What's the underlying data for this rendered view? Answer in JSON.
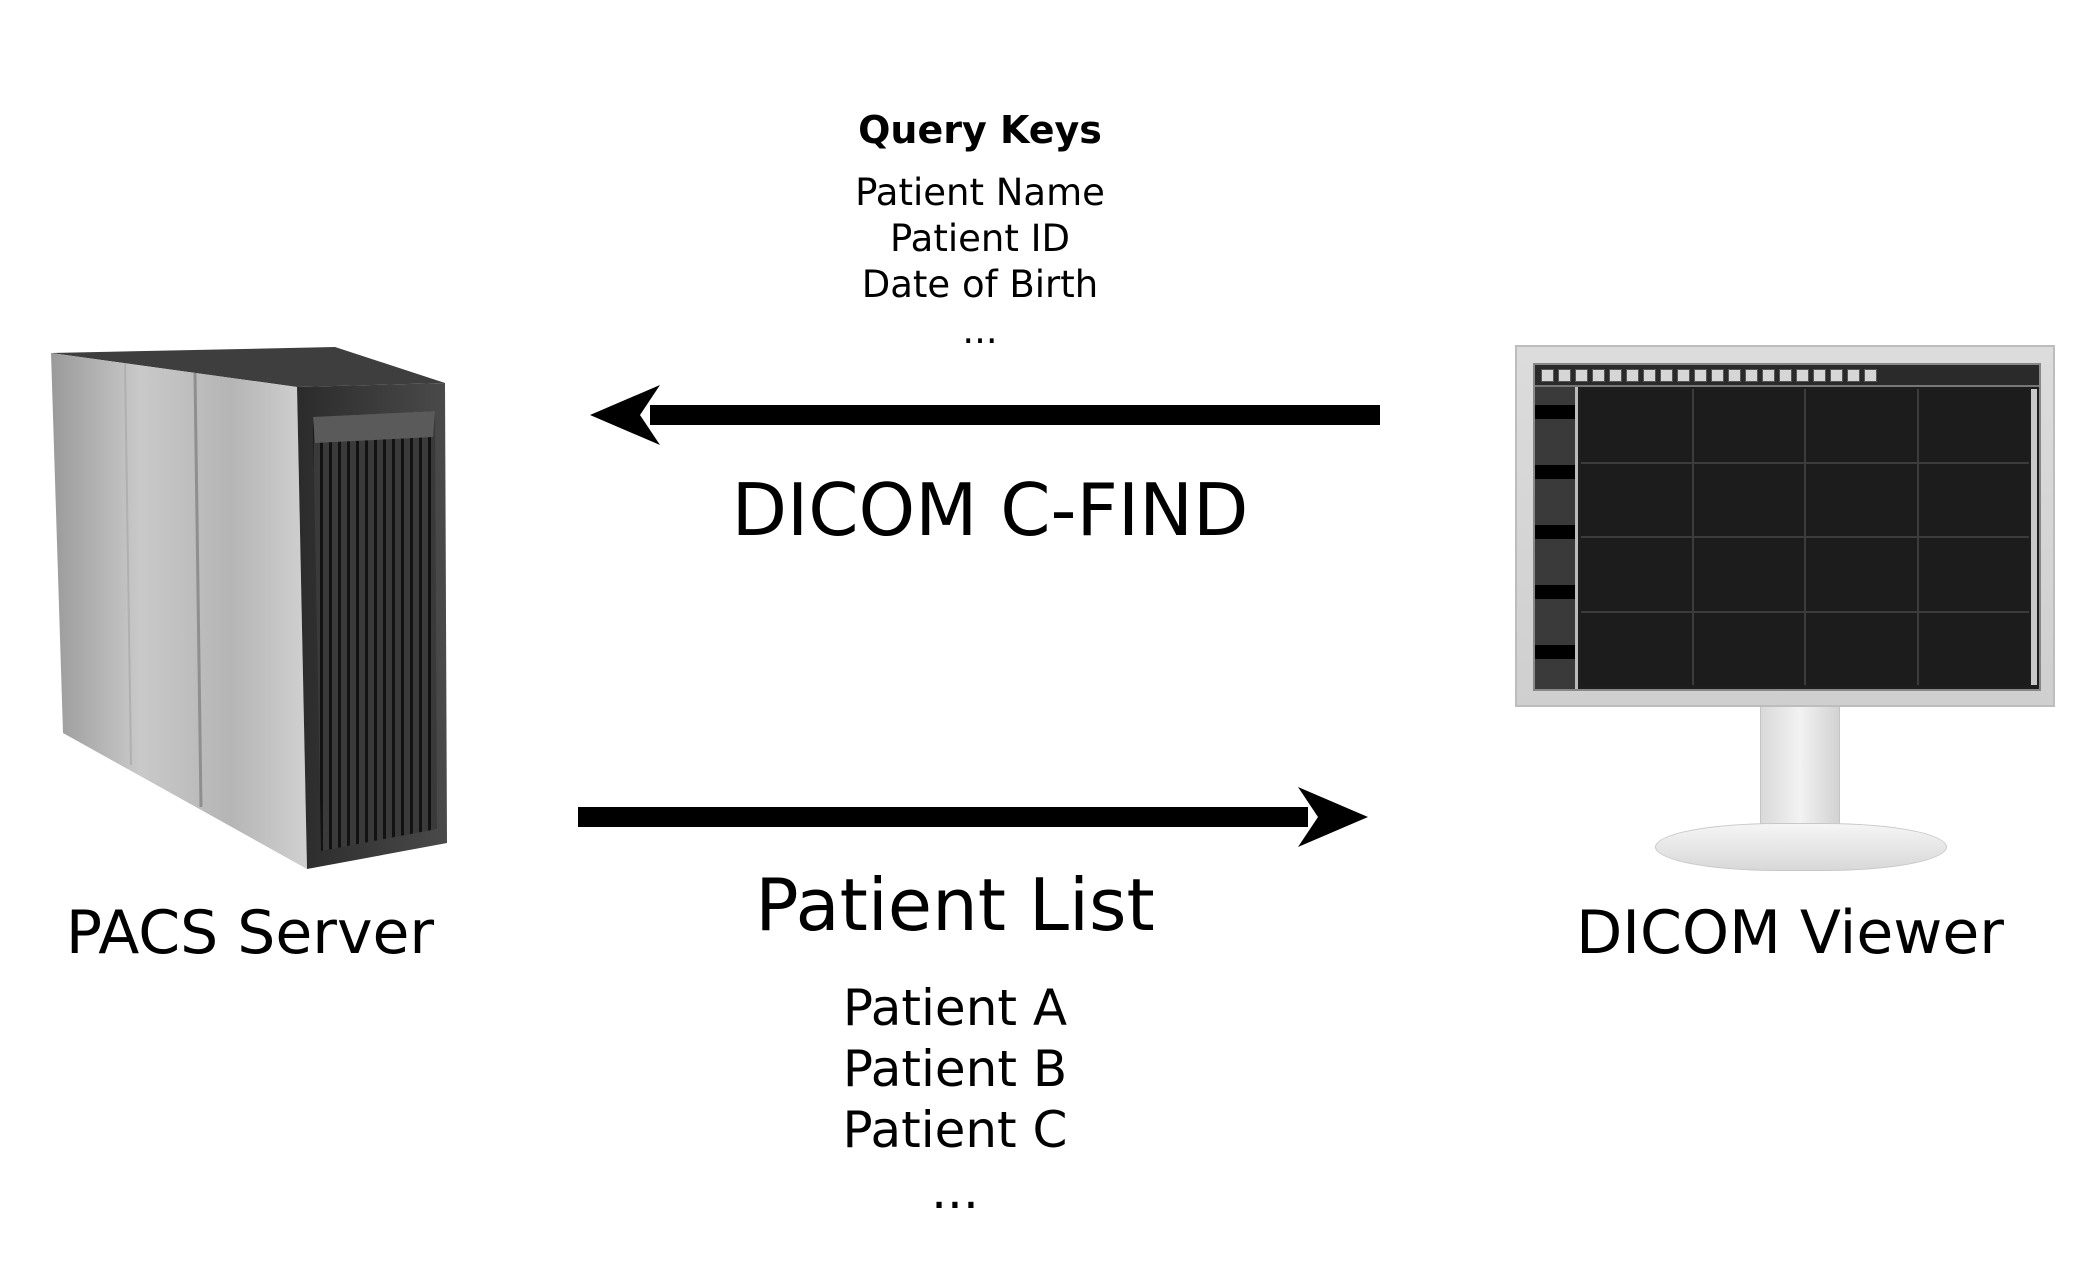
{
  "query": {
    "title": "Query Keys",
    "keys": [
      "Patient Name",
      "Patient ID",
      "Date of Birth",
      "..."
    ]
  },
  "find_label": "DICOM C-FIND",
  "result": {
    "title": "Patient List",
    "patients": [
      "Patient A",
      "Patient B",
      "Patient C",
      "..."
    ]
  },
  "nodes": {
    "server_label": "PACS Server",
    "viewer_label": "DICOM Viewer"
  }
}
